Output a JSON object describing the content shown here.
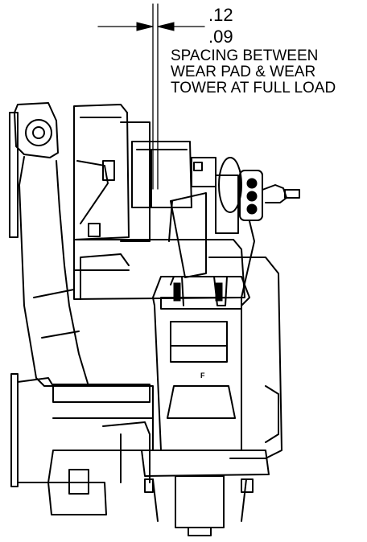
{
  "dimension": {
    "upper_value": ".12",
    "lower_value": ".09"
  },
  "callout": {
    "line1": "SPACING BETWEEN",
    "line2": "WEAR PAD & WEAR",
    "line3": "TOWER AT FULL LOAD"
  },
  "part_mark": "F"
}
